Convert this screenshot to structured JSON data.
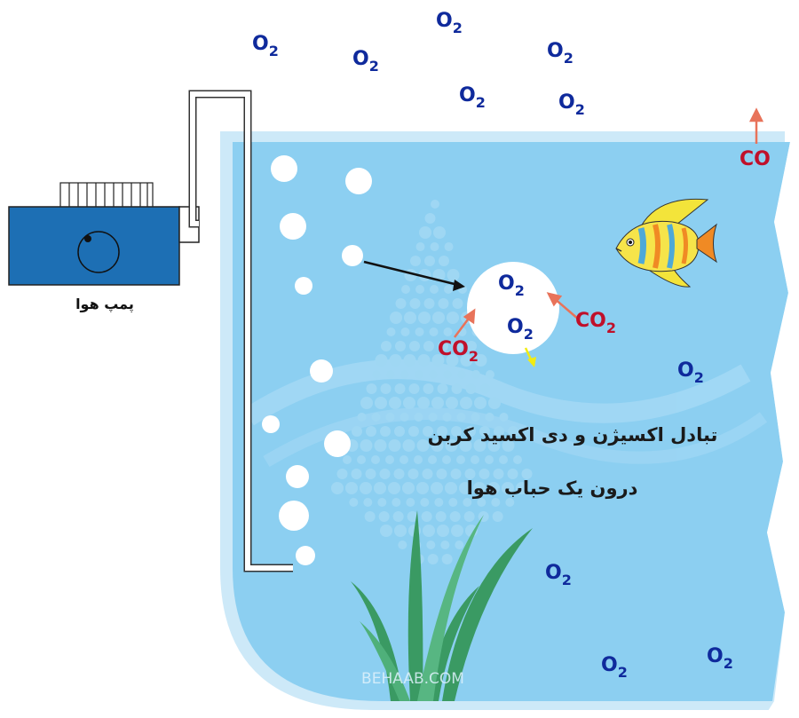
{
  "colors": {
    "water": "#8ccff1",
    "water_edge": "#c9e9fa",
    "pump": "#1d6fb4",
    "oxygen_text": "#0f2a9c",
    "co2_text": "#c0102a",
    "arrow_co2": "#e8735a",
    "arrow_o2": "#f2ec12",
    "plant": "#3a9a63"
  },
  "pump": {
    "label": "پمپ هوا"
  },
  "main_caption": {
    "line1": "تبادل اکسیژن و دی اکسید کربن",
    "line2": "درون یک حباب هوا"
  },
  "molecules": {
    "oxygen": "O",
    "carbon_dioxide": "CO",
    "subscript": "2"
  },
  "watermark": "BEHAAB.COM"
}
